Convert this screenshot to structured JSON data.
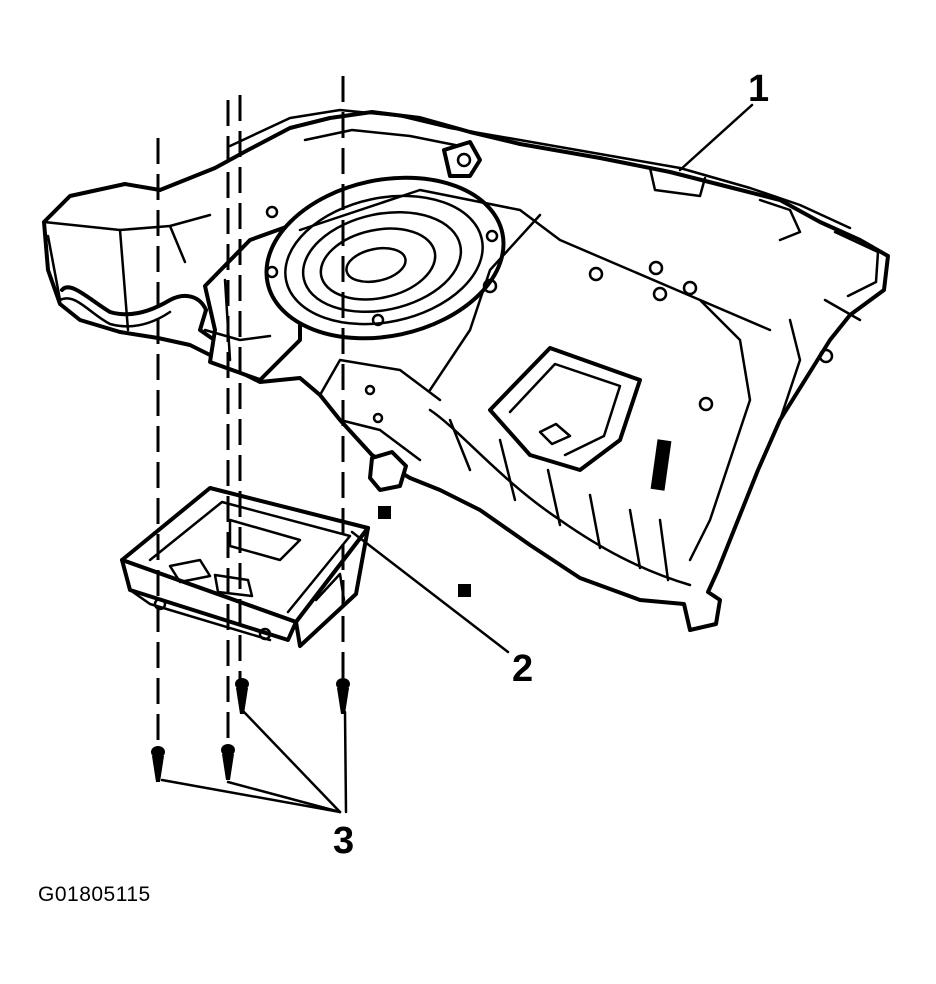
{
  "callouts": {
    "c1": "1",
    "c2": "2",
    "c3": "3"
  },
  "figure_code": "G01805115"
}
